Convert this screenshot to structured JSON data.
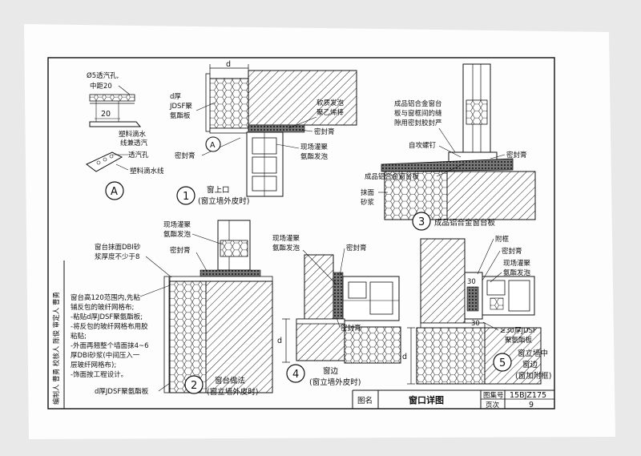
{
  "sheet": {
    "title_label": "图名",
    "title": "窗口详图",
    "atlas_no_label": "图集号",
    "atlas_no": "15BJZ175",
    "page_label": "页次",
    "page_no": "9",
    "side_strip": "编制人 曹勇 校核人 陈俊 审定人 曹勇"
  },
  "detail_A": {
    "vent_hole": "Ø5透汽孔,",
    "spacing": "中距20",
    "dim_20": "20",
    "drip_line1": "塑料滴水",
    "drip_line2": "线兼透汽",
    "vent_label": "透汽孔",
    "drip_label": "塑料滴水线",
    "marker": "A"
  },
  "detail_1": {
    "board1": "d厚",
    "board2": "JDSF聚",
    "board3": "氨酯板",
    "dim_d": "d",
    "foam1": "软质发泡",
    "foam2": "聚乙烯棒",
    "sealant_right": "密封膏",
    "spray1": "现场灌聚",
    "spray2": "氨酯发泡",
    "sealant_left": "密封膏",
    "marker_A": "A",
    "number": "1",
    "title": "窗上口",
    "subtitle": "(窗立墙外皮时)"
  },
  "detail_3": {
    "note1": "成品铝合金窗台",
    "note2": "板与窗框间的缝",
    "note3": "隙用密封胶封严",
    "screw": "自攻螺钉",
    "sill_board": "成品铝合金窗台板",
    "sealant": "密封膏",
    "mortar1": "抹面",
    "mortar2": "砂浆",
    "number": "3",
    "title": "成品铝合金窗台板"
  },
  "detail_2": {
    "spray1": "现场灌聚",
    "spray2": "氨酯发泡",
    "mortar1": "窗台抹面DBI砂",
    "mortar2": "浆厚度不少于8",
    "sealant": "密封膏",
    "notes": [
      "窗台高120范围内,先粘",
      "铺反包的玻纤网格布;",
      "-粘贴d厚JDSF聚氨酯板;",
      "-将反包的玻纤网格布用胶",
      " 粘贴;",
      "-外面再翘整个墙面抹4~6",
      "厚DBI砂浆(中间压入一",
      "层玻纤网格布);",
      "-饰面按工程设计。"
    ],
    "bottom_label": "d厚JDSF聚氨酯板",
    "number": "2",
    "title": "窗台做法",
    "subtitle": "(窗立墙外皮时)"
  },
  "detail_4": {
    "spray1": "现场灌聚",
    "spray2": "氨酯发泡",
    "sealant_top": "密封膏",
    "sealant_bottom": "密封膏",
    "dim_d": "d",
    "number": "4",
    "title": "窗边",
    "subtitle": "(窗立墙外皮时)"
  },
  "detail_5": {
    "frame": "附框",
    "sealant": "密封膏",
    "spray1": "现场灌聚",
    "spray2": "氨酯发泡",
    "dim_30": "30",
    "dim_30b": "30",
    "board1": "≥30厚JDSF",
    "board2": "聚氨酯板",
    "dim_d": "d",
    "number": "5",
    "title1": "窗立墙中",
    "title2": "窗边",
    "title3": "(窗加附框)"
  }
}
